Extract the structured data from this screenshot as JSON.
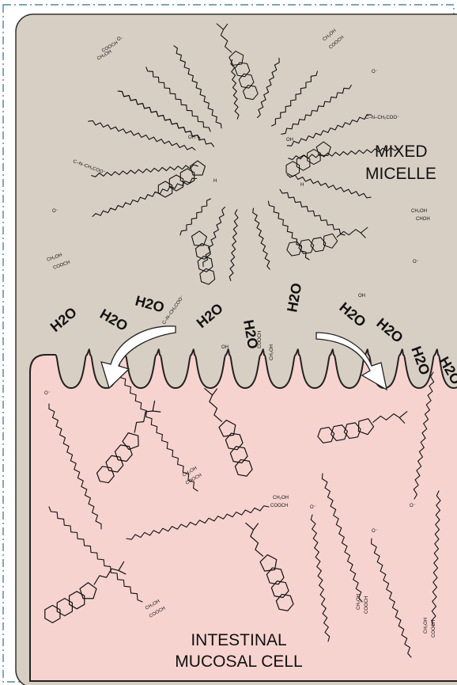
{
  "micelle_label": [
    "MIXED",
    "MICELLE"
  ],
  "cell_label": [
    "INTESTINAL",
    "MUCOSAL CELL"
  ],
  "water_label": "H2O",
  "water_count": 10,
  "chem_text": {
    "carboxylate": "O⁻",
    "ch2oh": "CH₂OH",
    "choh": "CHOH",
    "cooc": "COOCH",
    "glycine": "C–N–CH₂COO⁻",
    "oh": "OH",
    "h": "H"
  },
  "colors": {
    "frame_border": "#2f6f8a",
    "micelle_bg": "#d8cfc4",
    "cell_fill": "#f7d3cf",
    "cell_stroke": "#222222",
    "arrow_fill": "#ffffff"
  }
}
